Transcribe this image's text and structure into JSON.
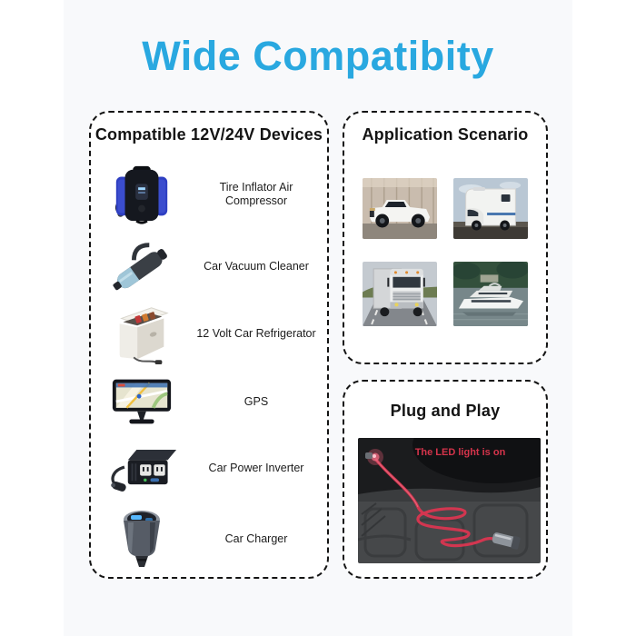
{
  "page": {
    "title": "Wide Compatibity",
    "colors": {
      "accent_blue": "#29a8e0",
      "alert_red": "#d5344b",
      "panel_bg": "#f8f9fb",
      "box_fill": "#ffffff",
      "box_border": "#141414"
    }
  },
  "left_box": {
    "header": "Compatible 12V/24V Devices",
    "devices": [
      {
        "label": "Tire Inflator Air Compressor",
        "icon": "tire-inflator-icon"
      },
      {
        "label": "Car Vacuum Cleaner",
        "icon": "car-vacuum-icon"
      },
      {
        "label": "12 Volt Car Refrigerator",
        "icon": "car-refrigerator-icon"
      },
      {
        "label": "GPS",
        "icon": "gps-navigator-icon"
      },
      {
        "label": "Car Power Inverter",
        "icon": "power-inverter-icon"
      },
      {
        "label": "Car Charger",
        "icon": "car-charger-icon"
      }
    ]
  },
  "application_box": {
    "header": "Application Scenario",
    "photos": [
      "pickup-truck-photo",
      "rv-camper-photo",
      "semi-truck-photo",
      "yacht-photo"
    ]
  },
  "plug_box": {
    "header": "Plug and Play",
    "photo": "cable-in-trunk-photo",
    "overlay_text": "The LED light is on"
  }
}
